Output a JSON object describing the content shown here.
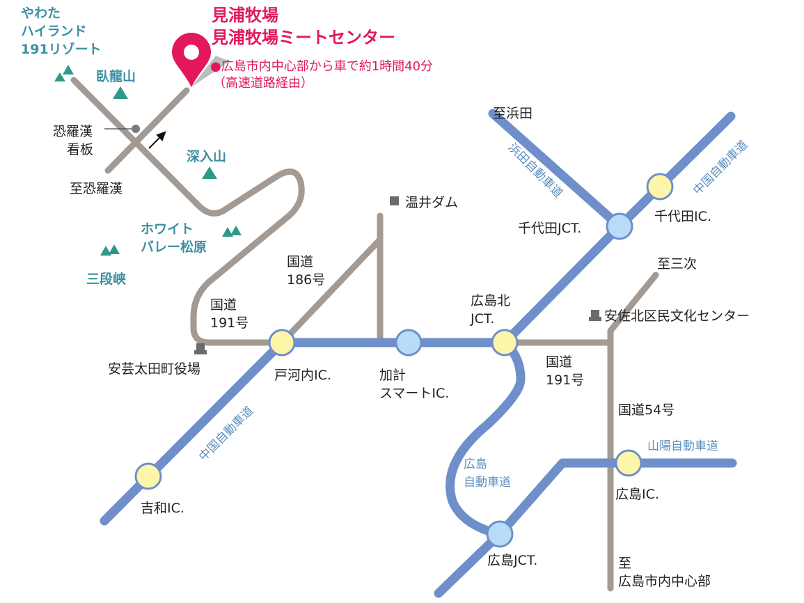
{
  "destination": {
    "name_line1": "見浦牧場",
    "name_line2": "見浦牧場ミートセンター",
    "access_line1": "●広島市内中心部から車で約1時間40分",
    "access_line2": "（高速道路経由）"
  },
  "places": {
    "yawata_line1": "やわた",
    "yawata_line2": "ハイランド",
    "yawata_line3": "191リゾート",
    "garyuzan": "臥龍山",
    "shinnyuzan": "深入山",
    "white_valley_line1": "ホワイト",
    "white_valley_line2": "バレー松原",
    "sandankyo": "三段峡",
    "kyorakan_sign_line1": "恐羅漢",
    "kyorakan_sign_line2": "看板",
    "to_kyorakan": "至恐羅漢",
    "nukui_dam": "温井ダム",
    "akiota_office": "安芸太田町役場",
    "asakita_center": "安佐北区民文化センター",
    "to_hamada": "至浜田",
    "to_miyoshi": "至三次",
    "to_hiroshima_center_line1": "至",
    "to_hiroshima_center_line2": "広島市内中心部"
  },
  "interchanges": {
    "tokochi": "戸河内IC.",
    "kakei_line1": "加計",
    "kakei_line2": "スマートIC.",
    "hiroshima_kita_line1": "広島北",
    "hiroshima_kita_line2": "JCT.",
    "chiyoda_jct": "千代田JCT.",
    "chiyoda_ic": "千代田IC.",
    "yoshiwa": "吉和IC.",
    "hiroshima_jct": "広島JCT.",
    "hiroshima_ic": "広島IC."
  },
  "roads": {
    "route186_line1": "国道",
    "route186_line2": "186号",
    "route191_west_line1": "国道",
    "route191_west_line2": "191号",
    "route191_east_line1": "国道",
    "route191_east_line2": "191号",
    "route54": "国道54号",
    "chugoku_expwy_sw": "中国自動車道",
    "chugoku_expwy_ne": "中国自動車道",
    "hamada_expwy": "浜田自動車道",
    "hiroshima_expwy_line1": "広島",
    "hiroshima_expwy_line2": "自動車道",
    "sanyo_expwy": "山陽自動車道"
  },
  "colors": {
    "expressway": "#6e8fc9",
    "national_road": "#a39a94",
    "ic_marker": "#fdf6a8",
    "jct_marker": "#b6dcf7",
    "pin": "#e2185b",
    "mountain": "#2c9a86"
  },
  "icons": [
    "location-pin-icon",
    "mountain-icon",
    "building-icon",
    "arrow-icon",
    "landmark-dot-icon"
  ]
}
